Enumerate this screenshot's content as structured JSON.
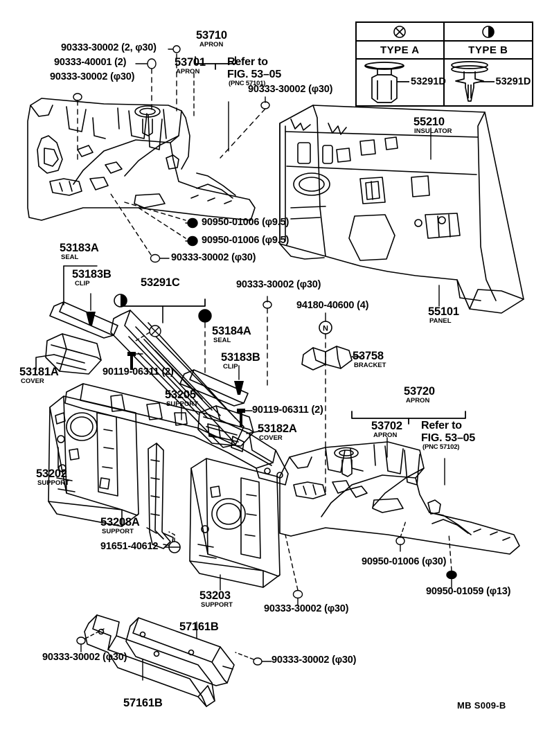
{
  "diagram": {
    "footer_code": "MB S009-B",
    "legend": {
      "columns": [
        {
          "symbol": "cross-circle-icon",
          "type_label": "TYPE A",
          "part": "53291D"
        },
        {
          "symbol": "half-filled-circle-icon",
          "type_label": "TYPE B",
          "part": "53291D"
        }
      ]
    },
    "callouts": [
      {
        "id": "c01",
        "number": "90333-30002 (2, φ30)",
        "desc": ""
      },
      {
        "id": "c02",
        "number": "90333-40001 (2)",
        "desc": ""
      },
      {
        "id": "c03",
        "number": "90333-30002 (φ30)",
        "desc": ""
      },
      {
        "id": "c04",
        "number": "53710",
        "desc": "APRON"
      },
      {
        "id": "c05",
        "number": "53701",
        "desc": "APRON"
      },
      {
        "id": "c06",
        "number": "90333-30002 (φ30)",
        "desc": ""
      },
      {
        "id": "c07",
        "number": "55210",
        "desc": "INSULATOR"
      },
      {
        "id": "c08",
        "number": "90950-01006 (φ9.5)",
        "desc": ""
      },
      {
        "id": "c09",
        "number": "90950-01006 (φ9.5)",
        "desc": ""
      },
      {
        "id": "c10",
        "number": "90333-30002 (φ30)",
        "desc": ""
      },
      {
        "id": "c11",
        "number": "53183A",
        "desc": "SEAL"
      },
      {
        "id": "c12",
        "number": "53183B",
        "desc": "CLIP"
      },
      {
        "id": "c13",
        "number": "53291C",
        "desc": ""
      },
      {
        "id": "c14",
        "number": "53184A",
        "desc": "SEAL"
      },
      {
        "id": "c15",
        "number": "53183B",
        "desc": "CLIP"
      },
      {
        "id": "c16",
        "number": "90333-30002 (φ30)",
        "desc": ""
      },
      {
        "id": "c17",
        "number": "94180-40600 (4)",
        "desc": ""
      },
      {
        "id": "c18",
        "number": "53758",
        "desc": "BRACKET"
      },
      {
        "id": "c19",
        "number": "55101",
        "desc": "PANEL"
      },
      {
        "id": "c20",
        "number": "53181A",
        "desc": "COVER"
      },
      {
        "id": "c21",
        "number": "90119-06311 (2)",
        "desc": ""
      },
      {
        "id": "c22",
        "number": "53205",
        "desc": "SUPPORT"
      },
      {
        "id": "c23",
        "number": "90119-06311 (2)",
        "desc": ""
      },
      {
        "id": "c24",
        "number": "53182A",
        "desc": "COVER"
      },
      {
        "id": "c25",
        "number": "53202",
        "desc": "SUPPORT"
      },
      {
        "id": "c26",
        "number": "53208A",
        "desc": "SUPPORT"
      },
      {
        "id": "c27",
        "number": "91651-40612",
        "desc": ""
      },
      {
        "id": "c28",
        "number": "53203",
        "desc": "SUPPORT"
      },
      {
        "id": "c29",
        "number": "53720",
        "desc": "APRON"
      },
      {
        "id": "c30",
        "number": "53702",
        "desc": "APRON"
      },
      {
        "id": "c31",
        "number": "90950-01006 (φ30)",
        "desc": ""
      },
      {
        "id": "c32",
        "number": "90950-01059 (φ13)",
        "desc": ""
      },
      {
        "id": "c33",
        "number": "90333-30002 (φ30)",
        "desc": ""
      },
      {
        "id": "c34",
        "number": "57161B",
        "desc": ""
      },
      {
        "id": "c35",
        "number": "57161B",
        "desc": ""
      },
      {
        "id": "c36",
        "number": "90333-30002 (φ30)",
        "desc": ""
      },
      {
        "id": "c37",
        "number": "90333-30002 (φ30)",
        "desc": ""
      }
    ],
    "references": [
      {
        "id": "r1",
        "line1": "Refer to",
        "line2": "FIG. 53–05",
        "pnc": "(PNC 57101)"
      },
      {
        "id": "r2",
        "line1": "Refer to",
        "line2": "FIG. 53–05",
        "pnc": "(PNC 57102)"
      }
    ]
  }
}
